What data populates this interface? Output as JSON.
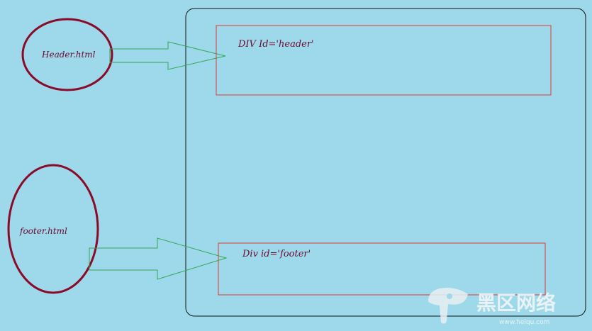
{
  "diagram": {
    "colors": {
      "background": "#9dd9ea",
      "page_border": "#111111",
      "div_border": "#e03a3a",
      "ellipse": "#8b0a2a",
      "arrow": "#35a855",
      "label_text": "#6b0a30"
    },
    "ellipses": [
      {
        "id": "header-file",
        "label": "Header.html"
      },
      {
        "id": "footer-file",
        "label": "footer.html"
      }
    ],
    "divs": [
      {
        "id": "header-div",
        "label": "DIV  Id='header'"
      },
      {
        "id": "footer-div",
        "label": "Div id='footer'"
      }
    ],
    "arrows": [
      {
        "from": "header-file",
        "to": "header-div"
      },
      {
        "from": "footer-file",
        "to": "footer-div"
      }
    ]
  },
  "watermark": {
    "text": "黑区网络",
    "url": "www.heiqu.com"
  }
}
